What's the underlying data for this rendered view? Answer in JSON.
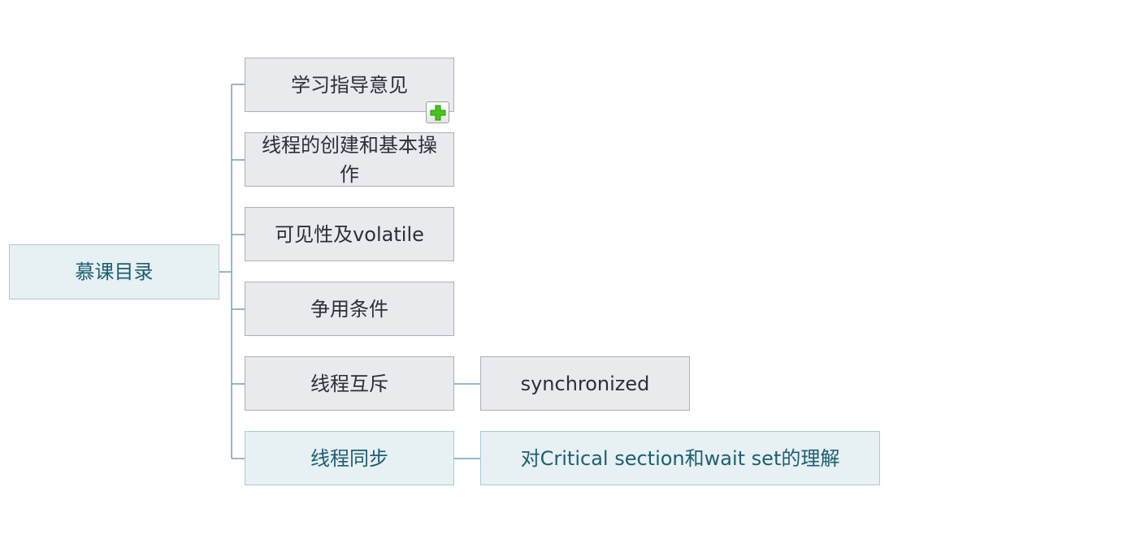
{
  "diagram": {
    "root": {
      "label": "慕课目录",
      "children": [
        {
          "label": "学习指导意见"
        },
        {
          "label": "线程的创建和基本操作"
        },
        {
          "label": "可见性及volatile"
        },
        {
          "label": "争用条件"
        },
        {
          "label": "线程互斥",
          "child": "synchronized"
        },
        {
          "label": "线程同步",
          "child": "对Critical section和wait set的理解"
        }
      ]
    },
    "colors": {
      "line": "#6fa3b8",
      "node_fill": "#e9eaee",
      "node_border": "#aab0bd",
      "highlight_fill": "#e7f0f3",
      "highlight_text": "#1d5e73",
      "expand_icon": "#43c918"
    },
    "expand_icon_name": "plus-icon"
  }
}
